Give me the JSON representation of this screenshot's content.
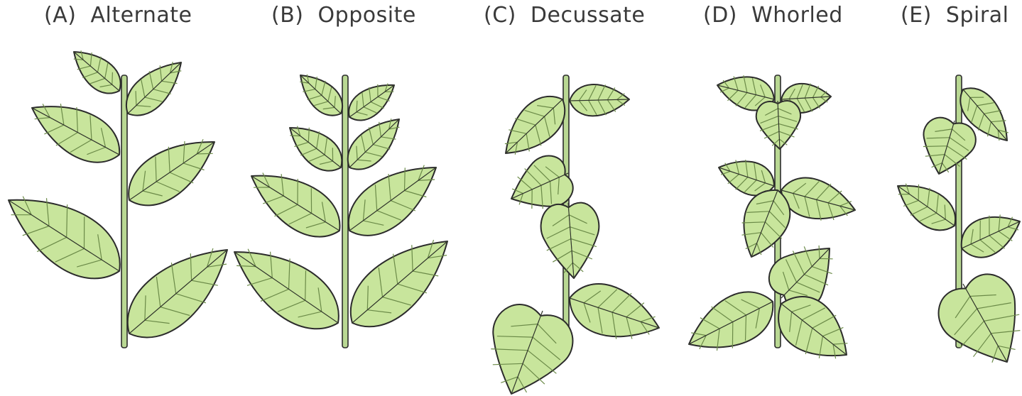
{
  "panels": [
    {
      "id": "A",
      "label": "(A)  Alternate"
    },
    {
      "id": "B",
      "label": "(B)  Opposite"
    },
    {
      "id": "C",
      "label": "(C)  Decussate"
    },
    {
      "id": "D",
      "label": "(D)  Whorled"
    },
    {
      "id": "E",
      "label": "(E)  Spiral"
    }
  ],
  "colors": {
    "leaf_fill": "#c8e59c",
    "leaf_outline": "#2b2b2b",
    "vein": "#6b8a48",
    "stem_fill": "#b9d893",
    "label_text": "#3a3a3a"
  }
}
